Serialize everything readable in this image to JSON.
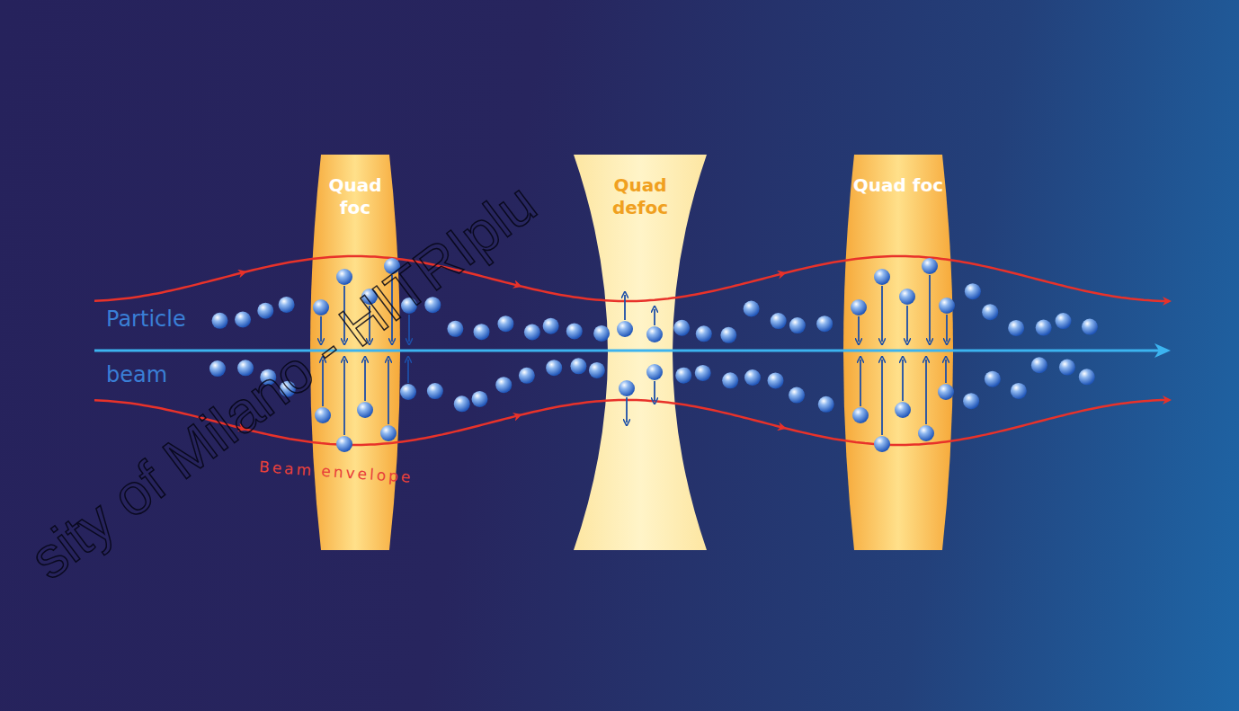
{
  "diagram": {
    "nodes": [
      {
        "text": [
          "Quad foc"
        ]
      },
      {
        "text": [
          "Quad defoc"
        ]
      },
      {
        "text": [
          "Quad foc"
        ]
      }
    ],
    "labels": [
      "sity of Milano - HITRIplu",
      "Particle beam",
      "Beam envelope"
    ]
  }
}
